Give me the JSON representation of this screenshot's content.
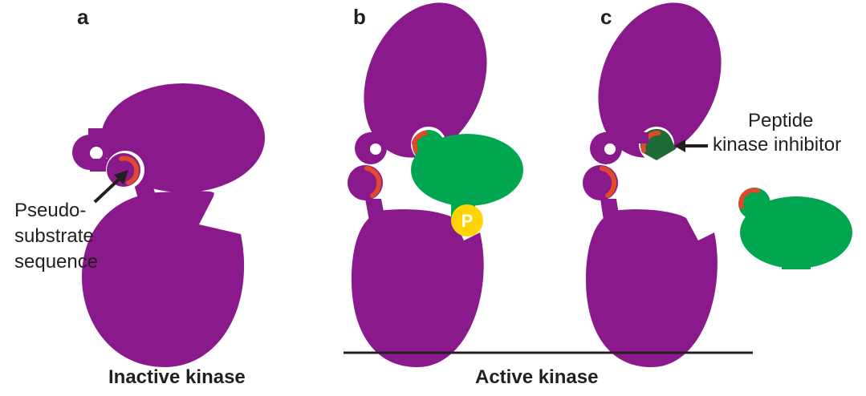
{
  "panels": {
    "a": {
      "letter": "a",
      "caption": "Inactive kinase"
    },
    "b": {
      "letter": "b"
    },
    "c": {
      "letter": "c"
    }
  },
  "annotations": {
    "pseudo_line1": "Pseudo-",
    "pseudo_line2": "substrate",
    "pseudo_line3": "sequence",
    "inhibitor_line1": "Peptide",
    "inhibitor_line2": "kinase inhibitor",
    "phosphate": "P"
  },
  "active_caption": "Active kinase",
  "colors": {
    "kinase": "#8a1a8c",
    "substrate": "#00a650",
    "inhibitor": "#1e6b35",
    "pseudosubstrate": "#e0492c",
    "phosphate": "#ffd400",
    "text": "#231f20"
  }
}
